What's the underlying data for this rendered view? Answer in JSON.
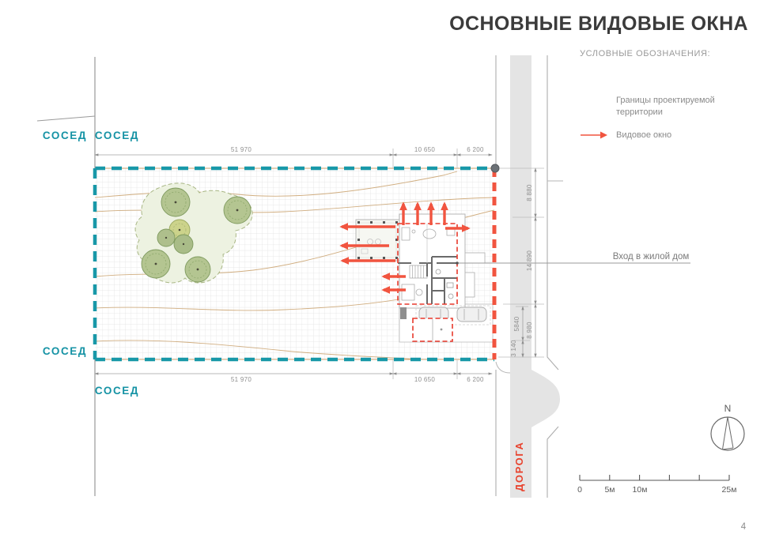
{
  "title": "ОСНОВНЫЕ ВИДОВЫЕ ОКНА",
  "legend": {
    "heading": "УСЛОВНЫЕ ОБОЗНАЧЕНИЯ:",
    "items": [
      {
        "label": "Границы проектируемой территории",
        "symbol": "teal-dashed-line",
        "color": "#1898a8"
      },
      {
        "label": "Видовое окно",
        "symbol": "red-arrow",
        "color": "#f1543f"
      }
    ]
  },
  "plan": {
    "neighbor_labels": [
      "СОСЕД",
      "СОСЕД",
      "СОСЕД",
      "СОСЕД"
    ],
    "road_label": "ДОРОГА",
    "entrance_label": "Вход в жилой дом",
    "dimensions": {
      "top": [
        "51 970",
        "10 650",
        "6 200"
      ],
      "bottom": [
        "51 970",
        "10 650",
        "6 200"
      ],
      "right_outer": [
        "8 880",
        "14 890",
        "8 980"
      ],
      "right_inner": [
        "5840",
        "3 140"
      ]
    }
  },
  "compass": {
    "north_label": "N"
  },
  "scale_bar": {
    "labels": [
      "0",
      "5м",
      "10м",
      "25м"
    ]
  },
  "page_number": "4",
  "colors": {
    "boundary_teal": "#1898a8",
    "view_window_red": "#f1543f",
    "road_text_red": "#e8432e",
    "contour_tan": "#c9a06b"
  }
}
